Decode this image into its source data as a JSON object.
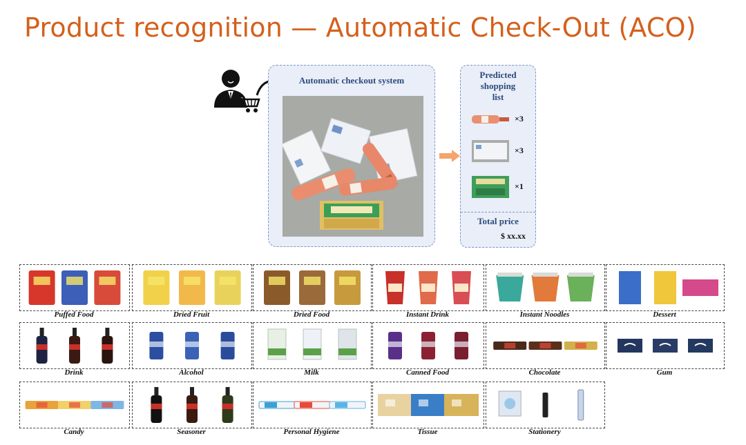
{
  "slide": {
    "title": "Product recognition — Automatic Check-Out (ACO)"
  },
  "checkout": {
    "system_label": "Automatic checkout system"
  },
  "prediction": {
    "title_lines": [
      "Predicted",
      "shopping",
      "list"
    ],
    "items": [
      {
        "product": "orange drink bottle",
        "qty": "×3"
      },
      {
        "product": "white tissue pack",
        "qty": "×3"
      },
      {
        "product": "green snack bag",
        "qty": "×1"
      }
    ],
    "total_label": "Total price",
    "total_value": "$ xx.xx"
  },
  "categories": [
    "Puffed Food",
    "Dried Fruit",
    "Dried Food",
    "Instant Drink",
    "Instant Noodles",
    "Dessert",
    "Drink",
    "Alcohol",
    "Milk",
    "Canned Food",
    "Chocolate",
    "Gum",
    "Candy",
    "Seasoner",
    "Personal Hygiene",
    "Tissue",
    "Stationery"
  ],
  "colors": {
    "title": "#d4601c",
    "panel_border": "#7b96c5",
    "panel_fill": "#e9eef8",
    "panel_text": "#2d4b7c",
    "arrow": "#f4a46c"
  },
  "icons": {
    "shopper": "person-with-cart-icon",
    "flow": "curved-arrow-icon",
    "transition": "right-arrow-icon"
  }
}
